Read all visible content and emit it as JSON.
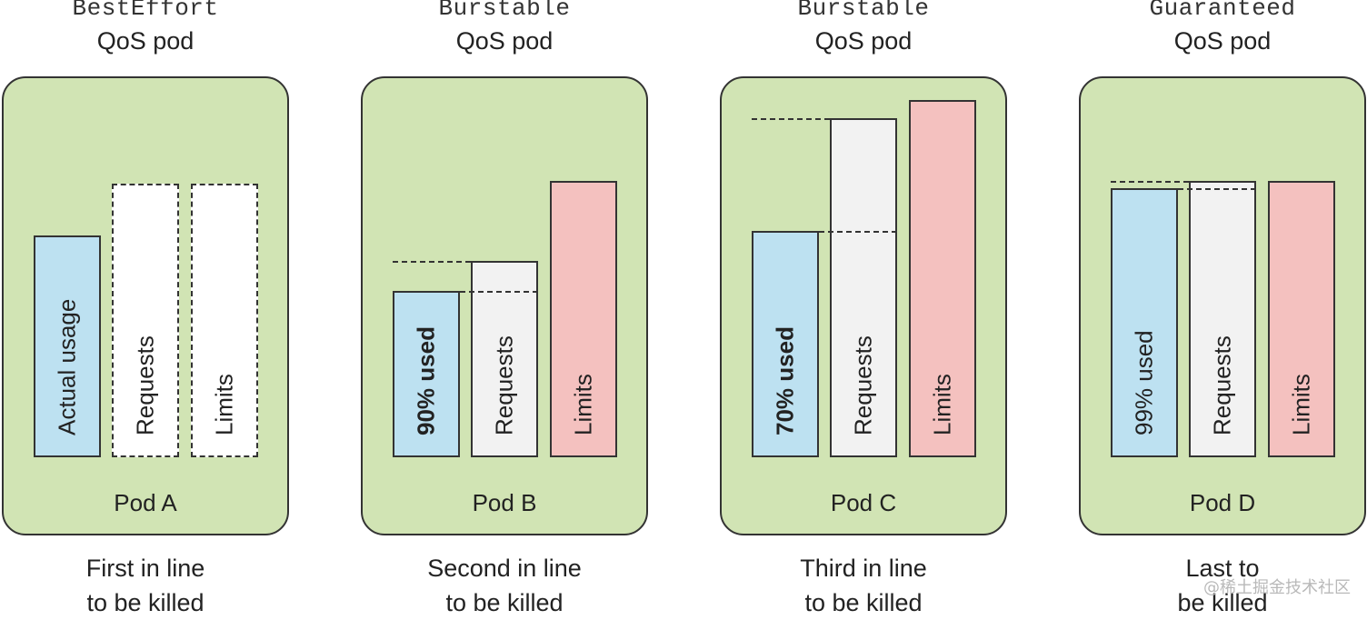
{
  "pods": [
    {
      "qos_class": "BestEffort",
      "qos_label": "QoS pod",
      "name": "Pod A",
      "caption_line1": "First in line",
      "caption_line2": "to be killed",
      "bars": {
        "usage": {
          "label": "Actual usage",
          "bold": false,
          "relative_height": 0.48
        },
        "requests": {
          "label": "Requests",
          "style": "dashed-unset",
          "relative_height": 0.59
        },
        "limits": {
          "label": "Limits",
          "style": "dashed-unset",
          "relative_height": 0.59
        }
      }
    },
    {
      "qos_class": "Burstable",
      "qos_label": "QoS pod",
      "name": "Pod B",
      "caption_line1": "Second in line",
      "caption_line2": "to be killed",
      "usage_percent_of_requests": 90,
      "bars": {
        "usage": {
          "label": "90% used",
          "bold": true
        },
        "requests": {
          "label": "Requests"
        },
        "limits": {
          "label": "Limits"
        }
      }
    },
    {
      "qos_class": "Burstable",
      "qos_label": "QoS pod",
      "name": "Pod C",
      "caption_line1": "Third in line",
      "caption_line2": "to be killed",
      "usage_percent_of_requests": 70,
      "bars": {
        "usage": {
          "label": "70% used",
          "bold": true
        },
        "requests": {
          "label": "Requests"
        },
        "limits": {
          "label": "Limits"
        }
      }
    },
    {
      "qos_class": "Guaranteed",
      "qos_label": "QoS pod",
      "name": "Pod D",
      "caption_line1": "Last to",
      "caption_line2": "be killed",
      "usage_percent_of_requests": 99,
      "bars": {
        "usage": {
          "label": "99% used",
          "bold": false
        },
        "requests": {
          "label": "Requests"
        },
        "limits": {
          "label": "Limits"
        }
      }
    }
  ],
  "colors": {
    "pod_fill": "#d1e4b4",
    "usage_fill": "#bde1f1",
    "requests_fill": "#f2f2f2",
    "limits_fill": "#f4c1bf",
    "outline": "#333333"
  },
  "watermark": "@稀土掘金技术社区"
}
